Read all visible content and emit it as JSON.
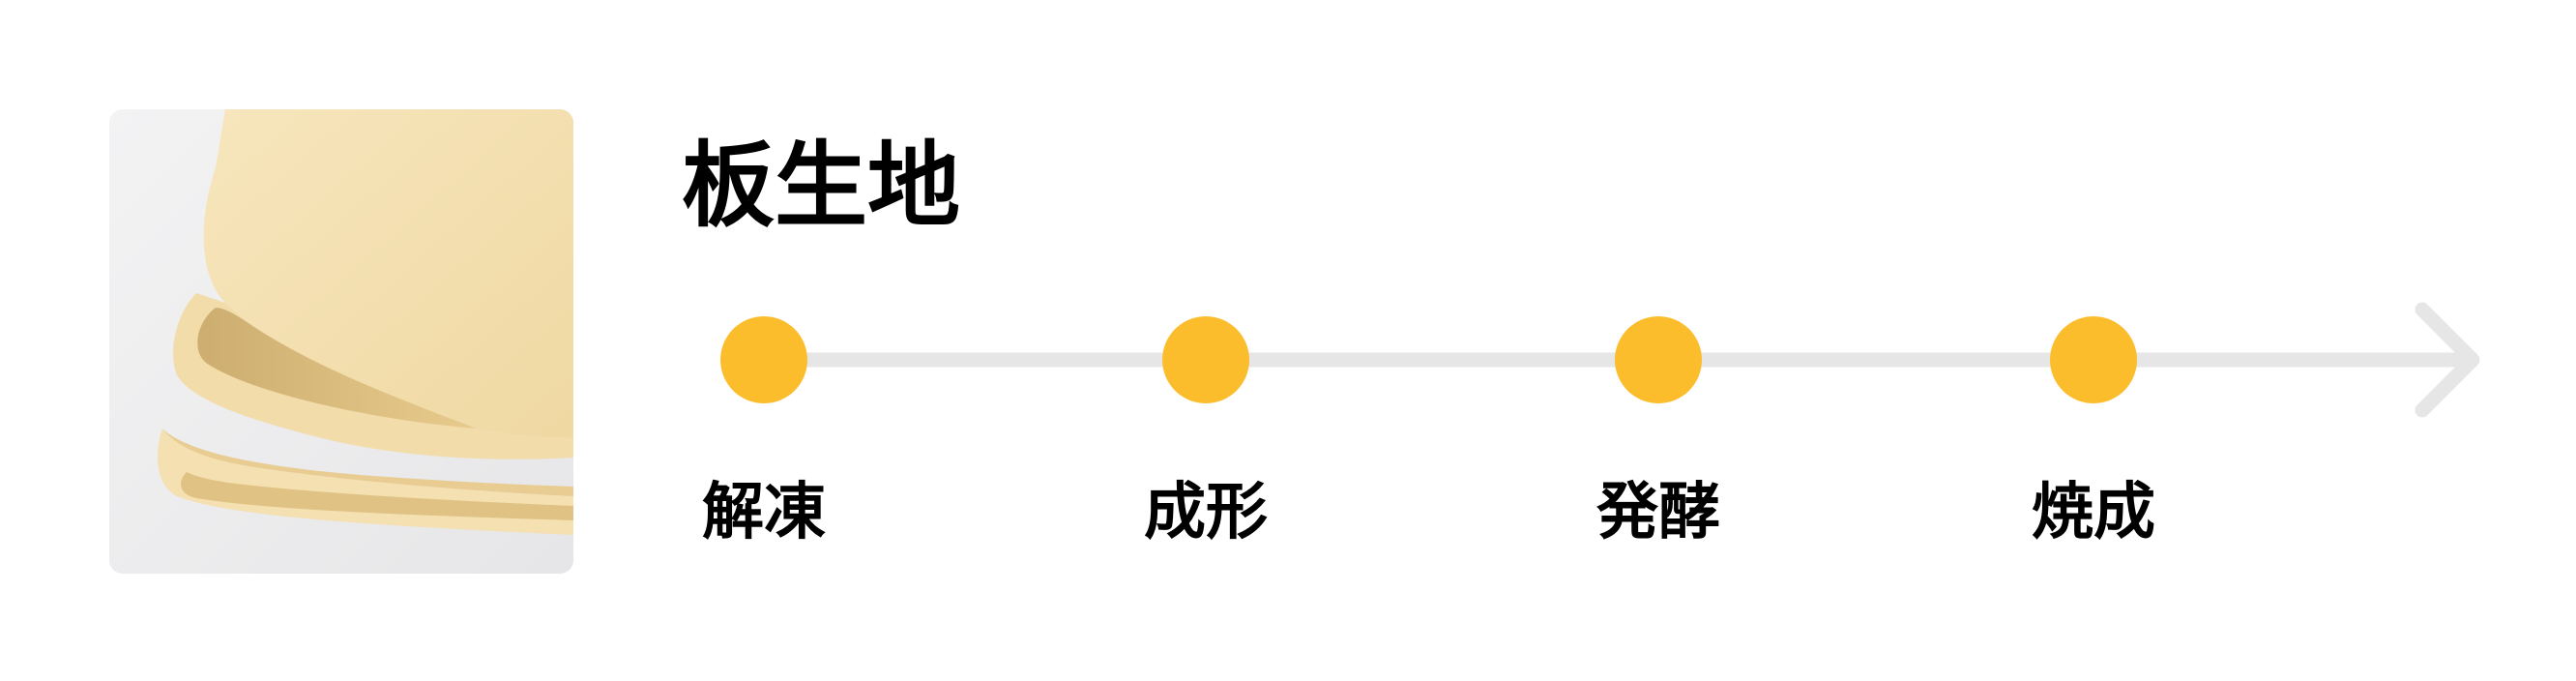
{
  "product": {
    "title": "板生地",
    "image_icon": "pastry-dough-sheet-photo"
  },
  "process": {
    "arrow_icon": "arrow-right-icon",
    "accent_color": "#FBBD2C",
    "line_color": "#E6E6E6",
    "steps": [
      {
        "label": "解凍"
      },
      {
        "label": "成形"
      },
      {
        "label": "発酵"
      },
      {
        "label": "焼成"
      }
    ]
  }
}
